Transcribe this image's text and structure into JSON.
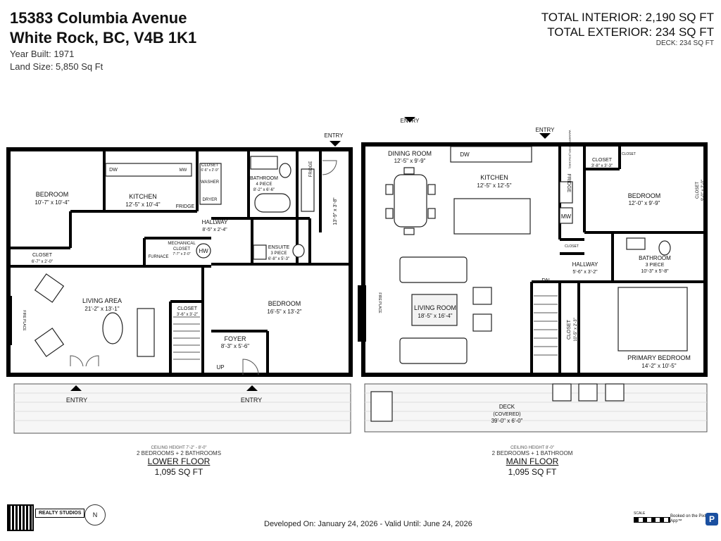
{
  "header": {
    "address_line1": "15383 Columbia Avenue",
    "address_line2": "White Rock, BC, V4B 1K1",
    "year_built": "Year Built: 1971",
    "land_size": "Land Size: 5,850 Sq Ft",
    "total_interior": "TOTAL INTERIOR: 2,190 SQ FT",
    "total_exterior": "TOTAL EXTERIOR: 234 SQ FT",
    "deck": "DECK: 234 SQ FT"
  },
  "lower_floor": {
    "ceiling": "CEILING HEIGHT 7'-2\" - 8'-0\"",
    "rooms_summary": "2 BEDROOMS + 2 BATHROOMS",
    "name": "LOWER FLOOR",
    "area": "1,095 SQ FT",
    "labels": {
      "bedroom1": "BEDROOM",
      "bedroom1_dim": "10'-7\" x 10'-4\"",
      "kitchen": "KITCHEN",
      "kitchen_dim": "12'-5\" x 10'-4\"",
      "closet_top": "CLOSET",
      "closet_top_dim": "6'-6\" x 2'-9\"",
      "washer": "WASHER",
      "dryer": "DRYER",
      "bathroom": "BATHROOM",
      "bathroom_type": "4 PIECE",
      "bathroom_dim": "8'-2\" x 6'-6\"",
      "fridge": "FRIDGE",
      "fridge_right": "FRIDGE",
      "dw": "DW",
      "mw": "MW",
      "hallway": "HALLWAY",
      "hallway_dim": "8'-5\" x 2'-4\"",
      "mech": "MECHANICAL",
      "mech2": "CLOSET",
      "mech_dim": "7'-7\" x 3'-0\"",
      "furnace": "FURNACE",
      "hw": "HW",
      "ensuite": "ENSUITE",
      "ensuite_type": "3 PIECE",
      "ensuite_dim": "6'-8\" x 5'-3\"",
      "closet_left": "CLOSET",
      "closet_left_dim": "6'-7\" x 2'-0\"",
      "living": "LIVING AREA",
      "living_dim": "21'-2\" x 13'-1\"",
      "fireplace": "FIRE PLACE",
      "closet_mid": "CLOSET",
      "closet_mid_dim": "3'-6\" x 3'-2\"",
      "bedroom2": "BEDROOM",
      "bedroom2_dim": "16'-5\" x 13'-2\"",
      "foyer": "FOYER",
      "foyer_dim": "8'-3\" x 5'-6\"",
      "up": "UP",
      "side_dim": "13'-9\" x 3'-8\"",
      "entry_top": "ENTRY",
      "entry_left": "ENTRY",
      "entry_right": "ENTRY"
    }
  },
  "main_floor": {
    "ceiling": "CEILING HEIGHT 8'-0\"",
    "rooms_summary": "2 BEDROOMS + 1 BATHROOM",
    "name": "MAIN FLOOR",
    "area": "1,095 SQ FT",
    "labels": {
      "entry_left": "ENTRY",
      "entry_right": "ENTRY",
      "dining": "DINING ROOM",
      "dining_dim": "12'-5\" x 9'-9\"",
      "dw": "DW",
      "kitchen": "KITCHEN",
      "kitchen_dim": "12'-5\" x 12'-5\"",
      "washer": "WASHER DRYER (STACKED)",
      "closet_a": "CLOSET",
      "closet_a_dim": "3'-8\" x 3'-3\"",
      "closet_b": "CLOSET",
      "fridge": "FRIDGE",
      "mw": "MW",
      "bedroom": "BEDROOM",
      "bedroom_dim": "12'-0\" x 9'-9\"",
      "closet_right": "CLOSET",
      "closet_right_dim": "9'-0\" x 2'-0\"",
      "closet_small": "CLOSET",
      "living": "LIVING ROOM",
      "living_dim": "18'-5\" x 16'-4\"",
      "fireplace": "FIRE PLACE",
      "hallway": "HALLWAY",
      "hallway_dim": "5'-6\" x 3'-2\"",
      "bathroom": "BATHROOM",
      "bathroom_type": "3 PIECE",
      "bathroom_dim": "10'-3\" x 5'-8\"",
      "dn": "DN",
      "closet_v": "CLOSET",
      "closet_v_dim": "10'-5\" x 2'-3\"",
      "primary": "PRIMARY BEDROOM",
      "primary_dim": "14'-2\" x 10'-5\"",
      "deck": "DECK",
      "deck_covered": "(COVERED)",
      "deck_dim": "39'-0\" x 6'-0\""
    }
  },
  "footer": {
    "developed": "Developed On: January 24, 2026 - Valid Until: June 24, 2026",
    "logo": "REALTY STUDIOS",
    "north": "N",
    "scale": "SCALE",
    "booked": "Booked on the Pixlink App™",
    "pixlink": "P"
  }
}
